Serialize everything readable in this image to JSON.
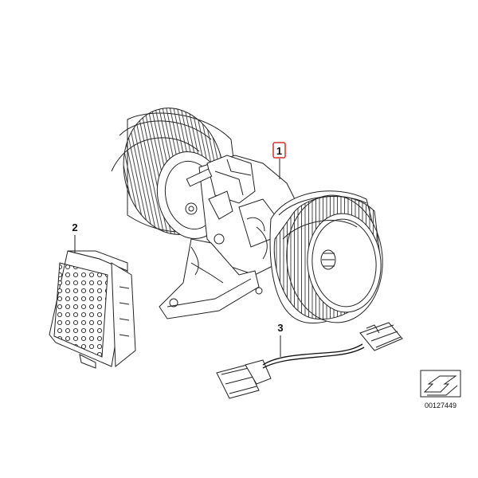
{
  "callouts": [
    {
      "label": "1",
      "highlighted": true,
      "highlight_color": "#d32f2f"
    },
    {
      "label": "2",
      "highlighted": false
    },
    {
      "label": "3",
      "highlighted": false
    }
  ],
  "reference_id": "00127449",
  "parts": [
    {
      "callout": "1",
      "icon": "blower-motor-icon"
    },
    {
      "callout": "2",
      "icon": "blower-resistor-icon"
    },
    {
      "callout": "3",
      "icon": "wiring-harness-icon"
    }
  ],
  "colors": {
    "line": "#222222",
    "highlight": "#d32f2f",
    "background": "#ffffff"
  }
}
